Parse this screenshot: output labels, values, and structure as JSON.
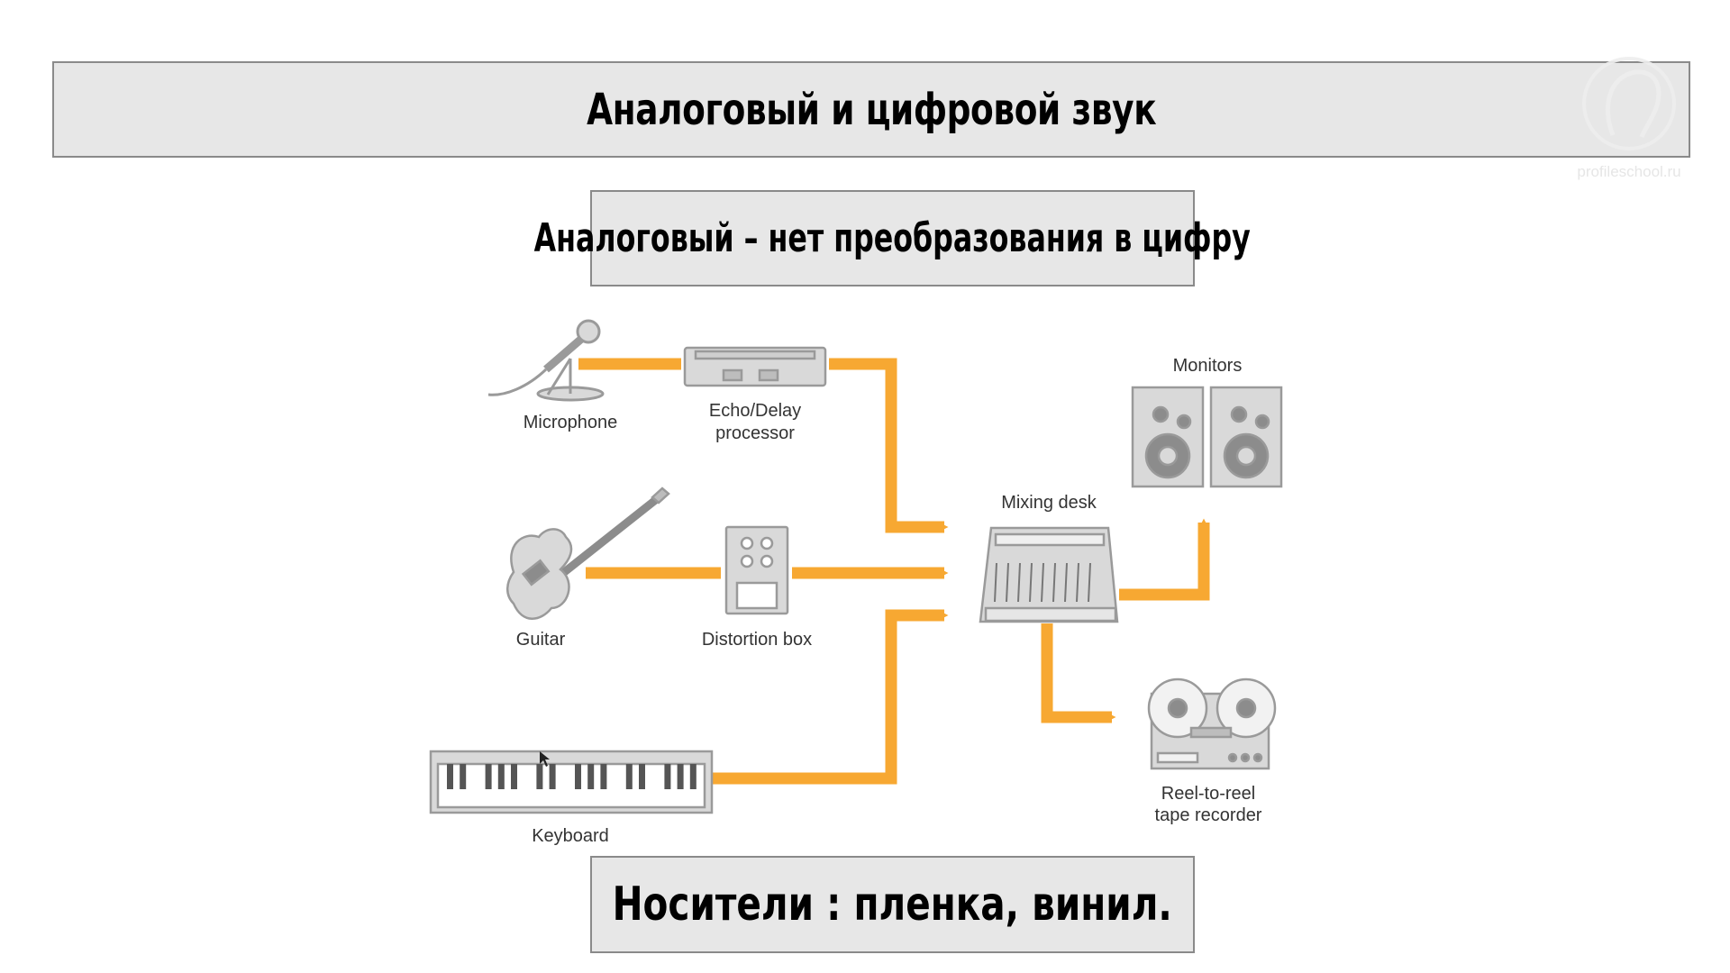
{
  "title": "Аналоговый и цифровой звук",
  "subtitle": "Аналоговый – нет преобразования в цифру",
  "footer": "Носители : пленка, винил.",
  "watermark": "profileschool.ru",
  "diagram": {
    "nodes": {
      "microphone": "Microphone",
      "echo_line1": "Echo/Delay",
      "echo_line2": "processor",
      "guitar": "Guitar",
      "distortion": "Distortion box",
      "keyboard": "Keyboard",
      "mixing_desk": "Mixing desk",
      "monitors": "Monitors",
      "reel_line1": "Reel-to-reel",
      "reel_line2": "tape recorder"
    },
    "connections": [
      [
        "Microphone",
        "Echo/Delay processor"
      ],
      [
        "Echo/Delay processor",
        "Mixing desk"
      ],
      [
        "Guitar",
        "Distortion box"
      ],
      [
        "Distortion box",
        "Mixing desk"
      ],
      [
        "Keyboard",
        "Mixing desk"
      ],
      [
        "Mixing desk",
        "Monitors"
      ],
      [
        "Mixing desk",
        "Reel-to-reel tape recorder"
      ]
    ],
    "colors": {
      "arrow": "#f7a832",
      "device": "#d9d9d9",
      "device_dark": "#8c8c8c"
    }
  }
}
